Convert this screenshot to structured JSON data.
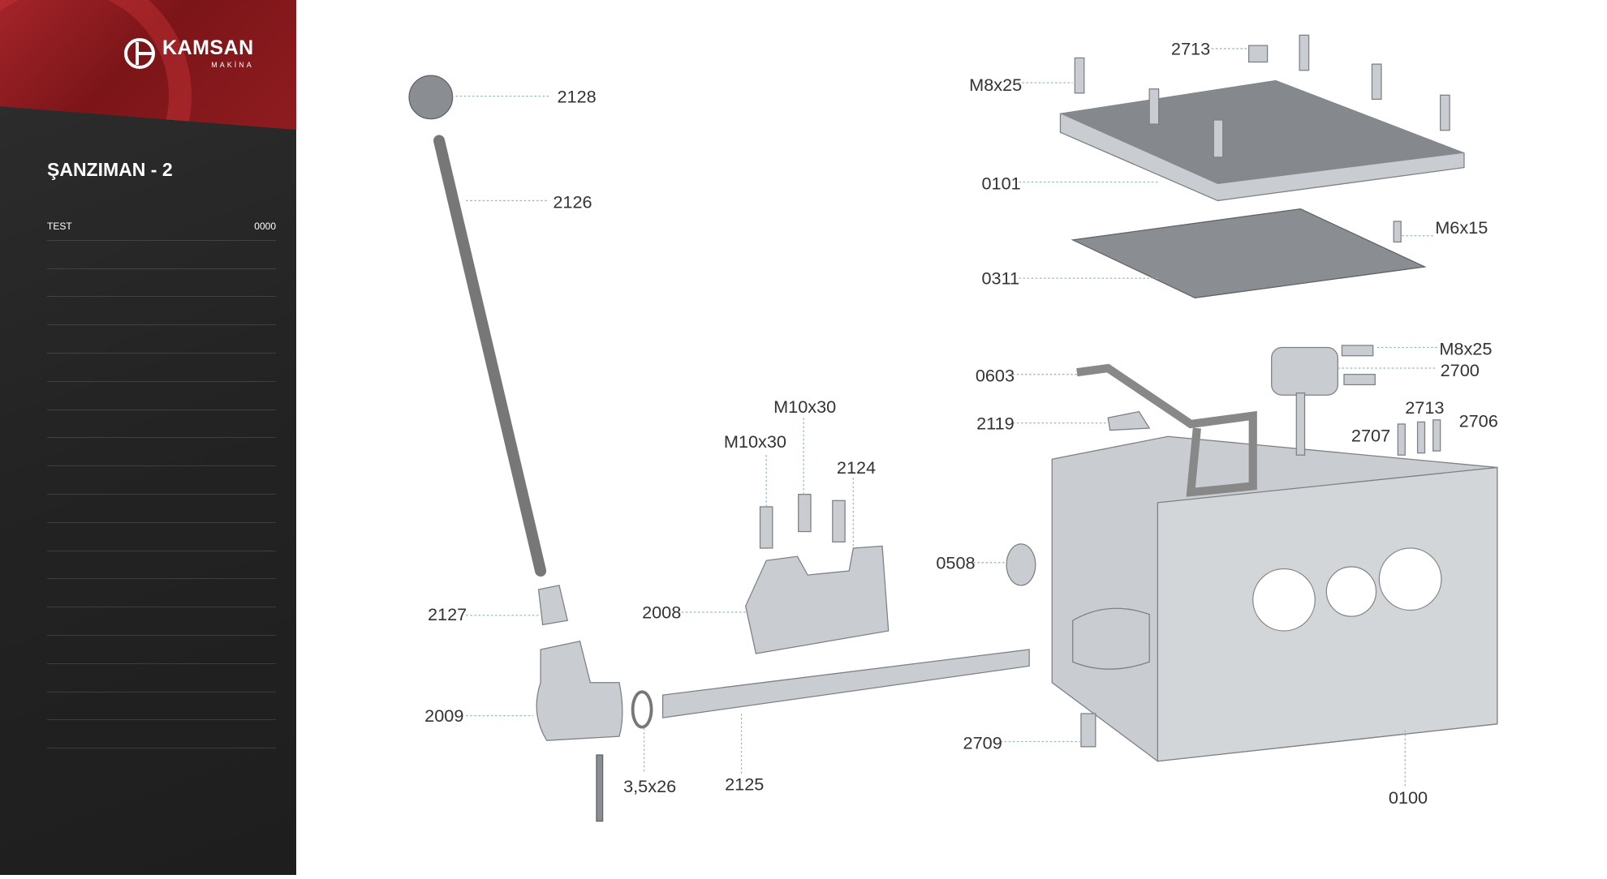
{
  "brand": {
    "name": "KAMSAN",
    "sub": "MAKİNA",
    "accent": "#8e1c20"
  },
  "page_title": "ŞANZIMAN - 2",
  "parts_list": [
    {
      "name": "TEST",
      "code": "0000"
    },
    {
      "name": "",
      "code": ""
    },
    {
      "name": "",
      "code": ""
    },
    {
      "name": "",
      "code": ""
    },
    {
      "name": "",
      "code": ""
    },
    {
      "name": "",
      "code": ""
    },
    {
      "name": "",
      "code": ""
    },
    {
      "name": "",
      "code": ""
    },
    {
      "name": "",
      "code": ""
    },
    {
      "name": "",
      "code": ""
    },
    {
      "name": "",
      "code": ""
    },
    {
      "name": "",
      "code": ""
    },
    {
      "name": "",
      "code": ""
    },
    {
      "name": "",
      "code": ""
    },
    {
      "name": "",
      "code": ""
    },
    {
      "name": "",
      "code": ""
    },
    {
      "name": "",
      "code": ""
    },
    {
      "name": "",
      "code": ""
    },
    {
      "name": "",
      "code": ""
    }
  ],
  "callouts": {
    "c2128": "2128",
    "c2126": "2126",
    "c2127": "2127",
    "c2009": "2009",
    "c35x26": "3,5x26",
    "c2125": "2125",
    "c2008": "2008",
    "cM10a": "M10x30",
    "cM10b": "M10x30",
    "c2124": "2124",
    "c0508": "0508",
    "c2709": "2709",
    "c0100": "0100",
    "cM8a": "M8x25",
    "c2713a": "2713",
    "c0101": "0101",
    "c0311": "0311",
    "cM6": "M6x15",
    "c0603": "0603",
    "c2119": "2119",
    "cM8b": "M8x25",
    "c2700": "2700",
    "c2713b": "2713",
    "c2707": "2707",
    "c2706": "2706"
  }
}
